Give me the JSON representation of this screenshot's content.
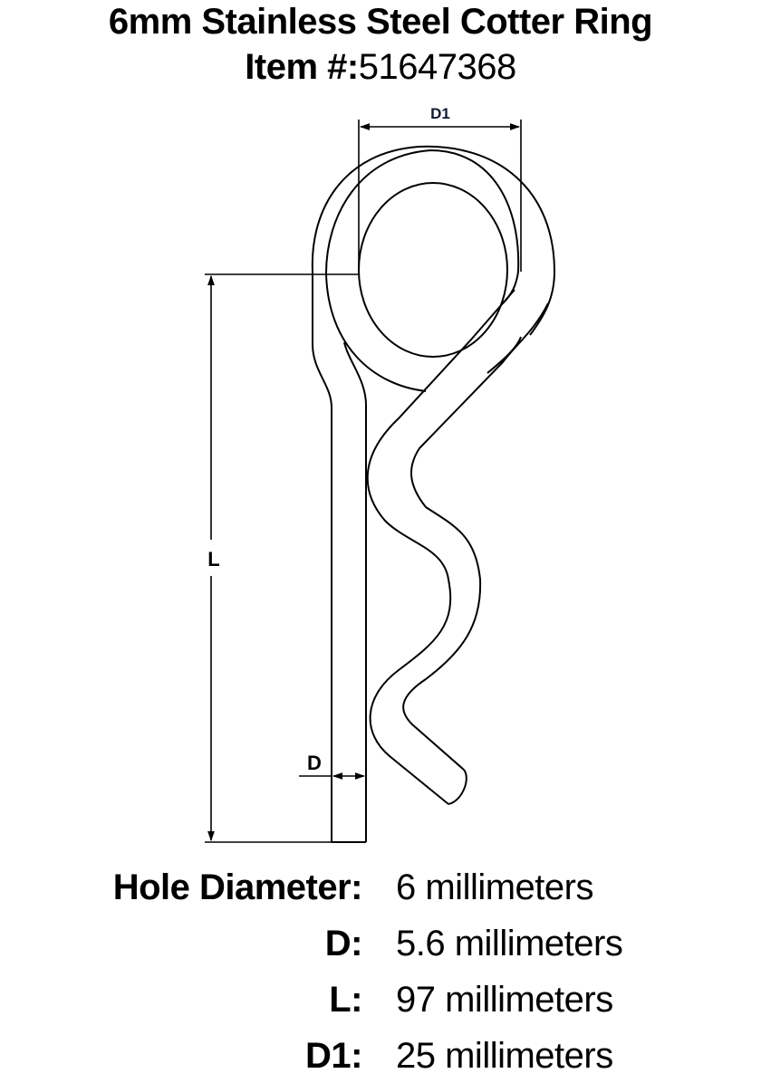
{
  "header": {
    "title": "6mm Stainless Steel Cotter Ring",
    "item_label": "Item #:",
    "item_number": "51647368"
  },
  "drawing": {
    "dimension_labels": {
      "d1": "D1",
      "l": "L",
      "d": "D"
    },
    "line_color": "#000000",
    "dim_label_color": "#0d1a33"
  },
  "specs": [
    {
      "label": "Hole Diameter:",
      "value": "6 millimeters"
    },
    {
      "label": "D:",
      "value": "5.6 millimeters"
    },
    {
      "label": "L:",
      "value": "97 millimeters"
    },
    {
      "label": "D1:",
      "value": "25 millimeters"
    }
  ]
}
